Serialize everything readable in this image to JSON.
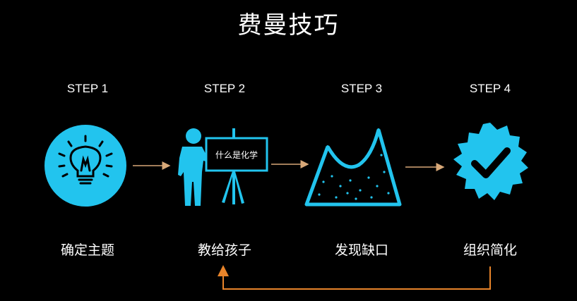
{
  "title": "费曼技巧",
  "colors": {
    "accent": "#22c4ee",
    "arrow": "#d8a878",
    "loop": "#e8842a",
    "background": "#000000"
  },
  "steps": [
    {
      "label": "STEP 1",
      "caption": "确定主题",
      "icon": "lightbulb-icon"
    },
    {
      "label": "STEP 2",
      "caption": "教给孩子",
      "icon": "teacher-board-icon",
      "board_text": "什么是化学"
    },
    {
      "label": "STEP 3",
      "caption": "发现缺口",
      "icon": "mountain-gap-icon"
    },
    {
      "label": "STEP 4",
      "caption": "组织简化",
      "icon": "verified-badge-icon"
    }
  ]
}
